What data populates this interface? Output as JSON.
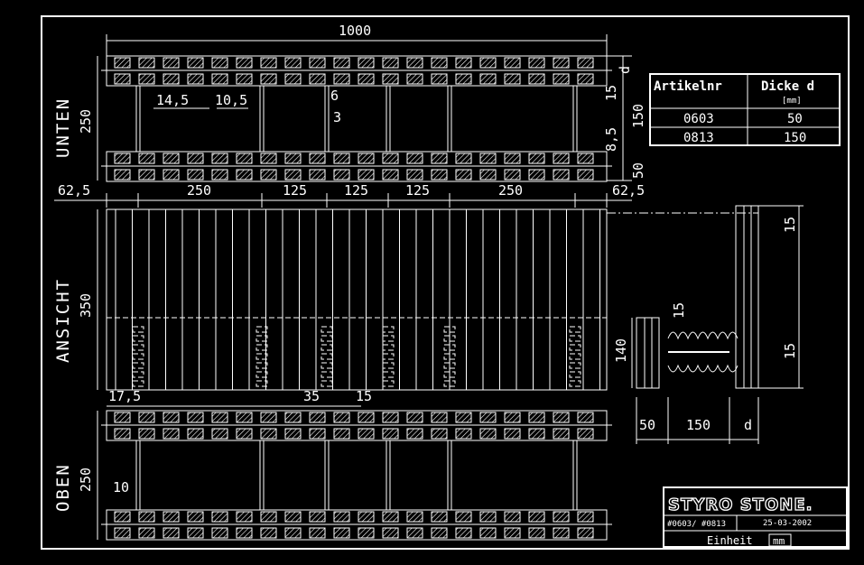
{
  "views": {
    "unten": {
      "label": "UNTEN",
      "height_dim": "250"
    },
    "ansicht": {
      "label": "ANSICHT",
      "height_dim": "350"
    },
    "oben": {
      "label": "OBEN",
      "height_dim": "250"
    }
  },
  "dimensions": {
    "overall_width": "1000",
    "segments": [
      "62,5",
      "250",
      "125",
      "125",
      "125",
      "250",
      "62,5"
    ],
    "web_14_5": "14,5",
    "web_10_5": "10,5",
    "web_6": "6",
    "web_3": "3",
    "right_d": "d",
    "right_15": "15",
    "right_8_5": "8,5",
    "right_150": "150",
    "right_50": "50",
    "bottom_17_5": "17,5",
    "bottom_35": "35",
    "bottom_15": "15",
    "oben_10": "10",
    "side_15_top": "15",
    "side_15_bottom": "15",
    "side_15_tie": "15",
    "side_140": "140",
    "side_50": "50",
    "side_150": "150",
    "side_d": "d"
  },
  "table": {
    "headers": [
      "Artikelnr",
      "Dicke d",
      "[mm]"
    ],
    "rows": [
      {
        "artikelnr": "0603",
        "dicke": "50"
      },
      {
        "artikelnr": "0813",
        "dicke": "150"
      }
    ]
  },
  "title_block": {
    "logo": "STYRO STONE.",
    "article": "#0603/ #0813",
    "date": "25-03-2002",
    "unit_label": "Einheit",
    "unit": "mm"
  }
}
